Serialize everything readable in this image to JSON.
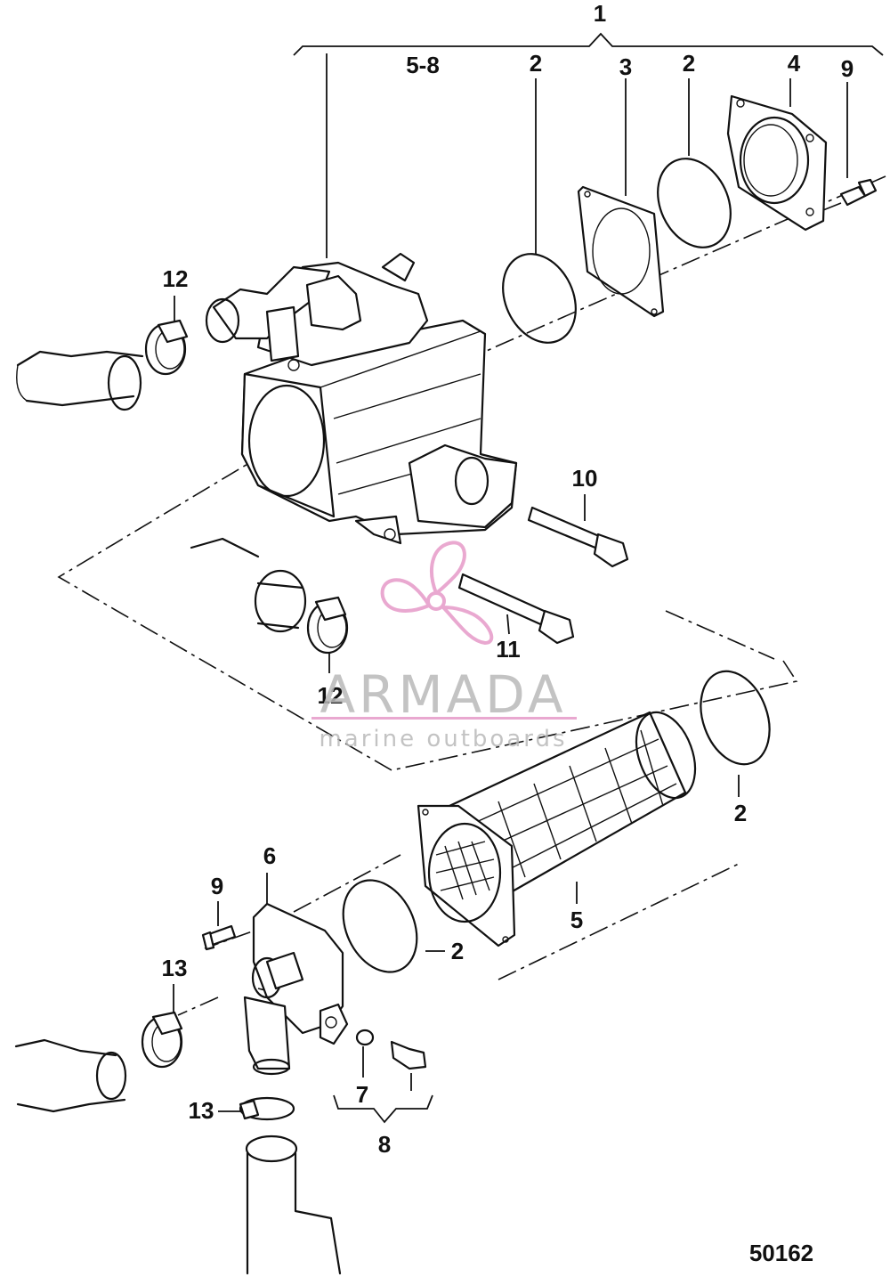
{
  "diagram": {
    "drawing_number": "50162",
    "callouts": [
      {
        "id": "c1",
        "label": "1"
      },
      {
        "id": "c5-8",
        "label": "5-8"
      },
      {
        "id": "c2a",
        "label": "2"
      },
      {
        "id": "c3",
        "label": "3"
      },
      {
        "id": "c2b",
        "label": "2"
      },
      {
        "id": "c4",
        "label": "4"
      },
      {
        "id": "c9a",
        "label": "9"
      },
      {
        "id": "c12a",
        "label": "12"
      },
      {
        "id": "c10",
        "label": "10"
      },
      {
        "id": "c11",
        "label": "11"
      },
      {
        "id": "c12b",
        "label": "12"
      },
      {
        "id": "c2c",
        "label": "2"
      },
      {
        "id": "c6",
        "label": "6"
      },
      {
        "id": "c9b",
        "label": "9"
      },
      {
        "id": "c5",
        "label": "5"
      },
      {
        "id": "c2d",
        "label": "2"
      },
      {
        "id": "c13a",
        "label": "13"
      },
      {
        "id": "c7",
        "label": "7"
      },
      {
        "id": "c13b",
        "label": "13"
      },
      {
        "id": "c8",
        "label": "8"
      }
    ]
  },
  "watermark": {
    "brand": "ARMADA",
    "tagline": "marine outboards",
    "accent_color": "#e69ac8"
  }
}
